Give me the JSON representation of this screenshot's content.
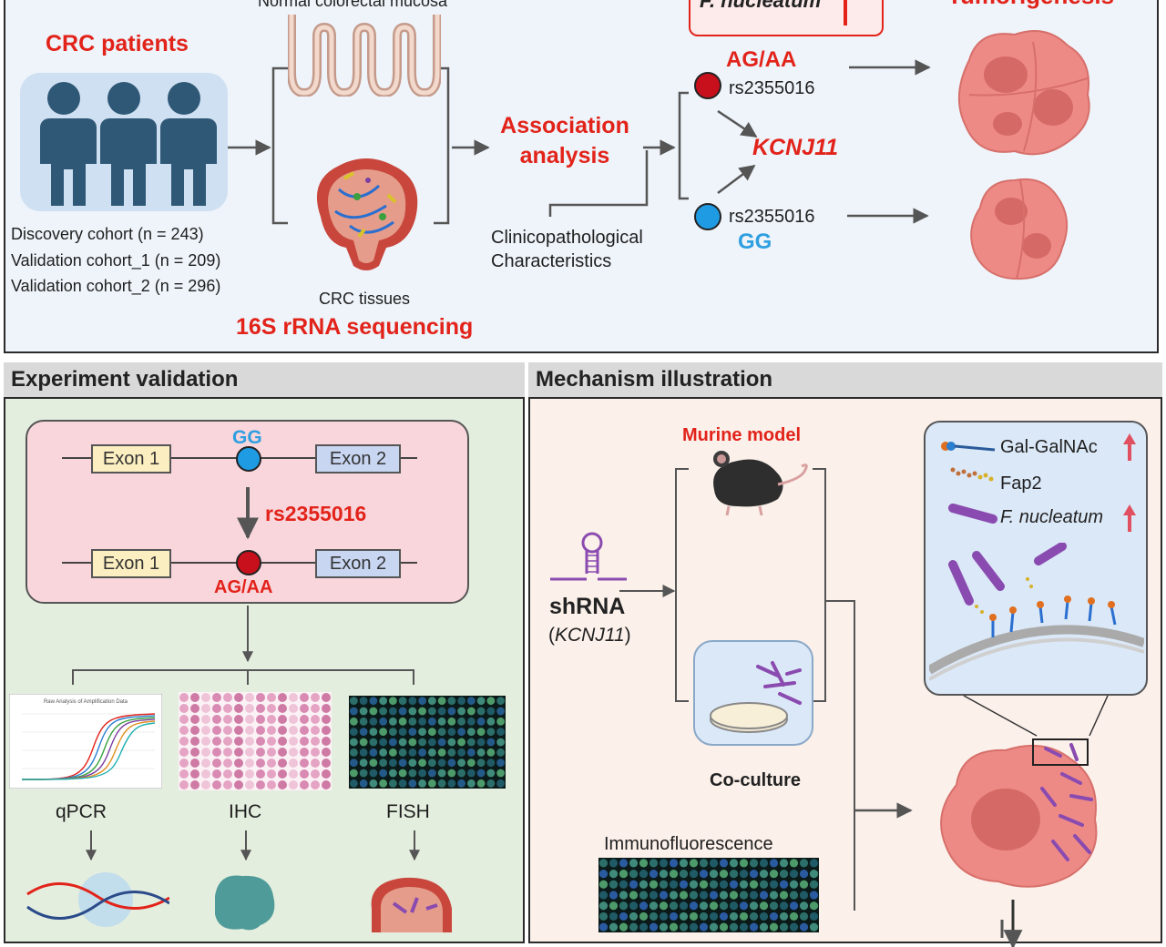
{
  "top": {
    "normal_mucosa_label": "Normal colorectal mucosa",
    "fn_box_label": "F. nucleatum",
    "cropped_top_right": "Tumorigenesis",
    "crc_patients": "CRC patients",
    "cohorts": [
      "Discovery cohort (n = 243)",
      "Validation cohort_1 (n = 209)",
      "Validation cohort_2 (n = 296)"
    ],
    "crc_tissues": "CRC tissues",
    "sequencing": "16S rRNA sequencing",
    "association_line1": "Association",
    "association_line2": "analysis",
    "clinico_line1": "Clinicopathological",
    "clinico_line2": "Characteristics",
    "genotype_risk": "AG/AA",
    "snp_id": "rs2355016",
    "gene": "KCNJ11",
    "genotype_ref": "GG"
  },
  "experiment": {
    "header": "Experiment validation",
    "exon1": "Exon 1",
    "exon2": "Exon 2",
    "gg": "GG",
    "snp": "rs2355016",
    "agaa": "AG/AA",
    "qpcr_chart_title": "Raw Analysis of Amplification Data",
    "methods": [
      "qPCR",
      "IHC",
      "FISH"
    ]
  },
  "mechanism": {
    "header": "Mechanism illustration",
    "murine": "Murine model",
    "shrna": "shRNA",
    "shrna_gene_open": "(",
    "shrna_gene": "KCNJ11",
    "shrna_gene_close": ")",
    "coculture": "Co-culture",
    "immuno": "Immunofluorescence",
    "legend": [
      "Gal-GalNAc",
      "Fap2",
      "F. nucleatum"
    ]
  },
  "colors": {
    "red": "#e2231a",
    "blue": "#2f9fe0",
    "risk_dot": "#c8101c",
    "ref_dot": "#1f9be3",
    "tumor": "#ee8a86",
    "bacteria": "#8a4bb0"
  }
}
